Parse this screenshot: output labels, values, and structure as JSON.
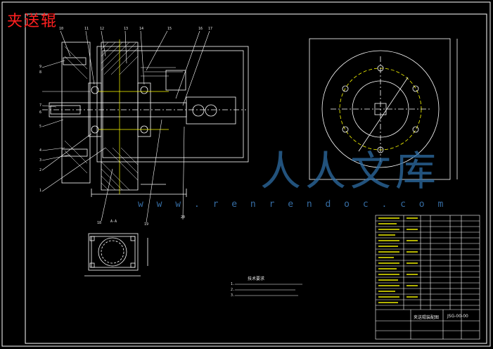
{
  "title": "夹送辊",
  "watermark": {
    "url_text": "w w w . r e n r e n d o c . c o m",
    "cn_text": "人人文库"
  },
  "colors": {
    "background": "#000000",
    "lines": "#ffffff",
    "yellow_lines": "#ffff00",
    "title_red": "#ff2020",
    "watermark_blue": "#2e6ea6"
  },
  "part_labels": {
    "top": [
      "10",
      "11",
      "12",
      "13",
      "14",
      "15",
      "16",
      "17"
    ],
    "left": [
      "9",
      "8",
      "7",
      "6",
      "5",
      "4",
      "3",
      "2",
      "1"
    ],
    "bottom": [
      "18",
      "19",
      "20"
    ]
  },
  "section_label": "A-A",
  "tech_requirements": {
    "heading": "技术要求",
    "lines": [
      "1.",
      "2.",
      "3."
    ]
  },
  "title_block": {
    "drawing_name": "夹送辊装配图",
    "drawing_number": "JSG-00-00"
  }
}
